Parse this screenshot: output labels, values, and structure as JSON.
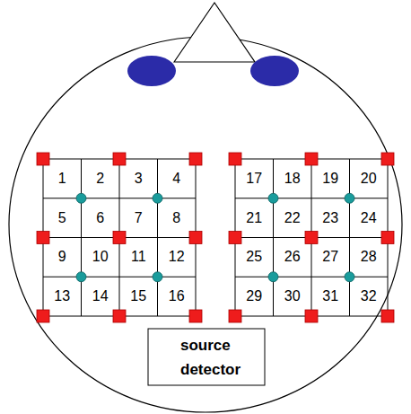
{
  "diagram": {
    "labels": [
      "1",
      "2",
      "3",
      "4",
      "5",
      "6",
      "7",
      "8",
      "9",
      "10",
      "11",
      "12",
      "13",
      "14",
      "15",
      "16",
      "17",
      "18",
      "19",
      "20",
      "21",
      "22",
      "23",
      "24",
      "25",
      "26",
      "27",
      "28",
      "29",
      "30",
      "31",
      "32"
    ],
    "legend": [
      {
        "text": "source",
        "color": "#ee1c1c"
      },
      {
        "text": "detector",
        "color": "#1a9c9c"
      }
    ]
  }
}
